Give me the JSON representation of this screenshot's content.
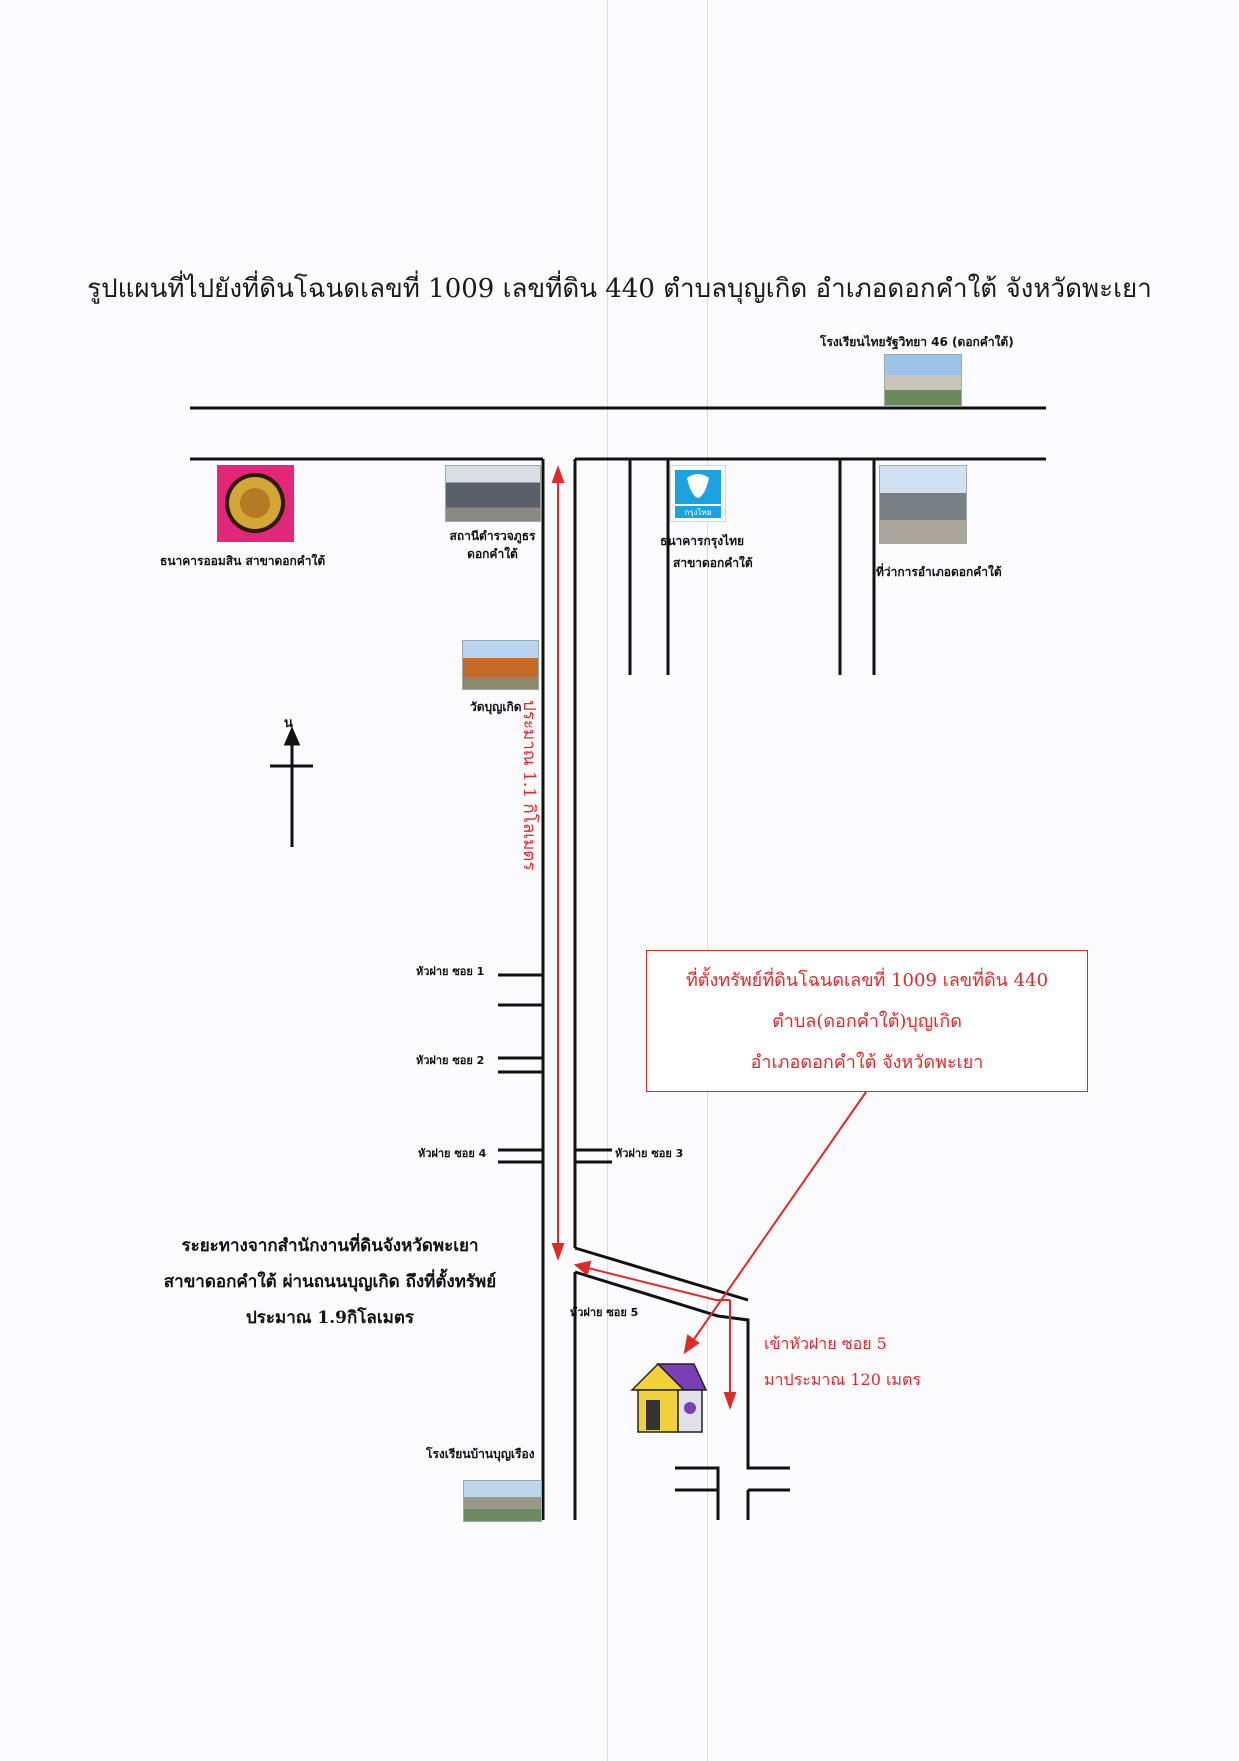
{
  "title": "รูปแผนที่ไปยังที่ดินโฉนดเลขที่ 1009 เลขที่ดิน 440 ตำบลบุญเกิด อำเภอดอกคำใต้ จังหวัดพะเยา",
  "landmarks": {
    "school_top": "โรงเรียนไทยรัฐวิทยา 46 (ดอกคำใต้)",
    "gsb_bank": "ธนาคารออมสิน สาขาดอกคำใต้",
    "police_line1": "สถานีตำรวจภูธร",
    "police_line2": "ดอกคำใต้",
    "ktb_logo_text": "กรุงไทย",
    "ktb_line1": "ธนาคารกรุงไทย",
    "ktb_line2": "สาขาดอกคำใต้",
    "district_office": "ที่ว่าการอำเภอดอกคำใต้",
    "temple": "วัดบุญเกิด",
    "school_bottom": "โรงเรียนบ้านบุญเรือง"
  },
  "north_label": "น",
  "distance_vertical": "ประมาณ 1.1 กิโลเมตร",
  "sois": {
    "soi1": "หัวฝาย ซอย 1",
    "soi2": "หัวฝาย ซอย 2",
    "soi4": "หัวฝาย ซอย 4",
    "soi3": "หัวฝาย ซอย 3",
    "soi5": "หัวฝาย ซอย 5"
  },
  "location_box": {
    "line1": "ที่ตั้งทรัพย์ที่ดินโฉนดเลขที่ 1009 เลขที่ดิน 440",
    "line2": "ตำบล(ดอกคำใต้)บุญเกิด",
    "line3": "อำเภอดอกคำใต้ จังหวัดพะเยา"
  },
  "distance_note": {
    "line1": "ระยะทางจากสำนักงานที่ดินจังหวัดพะเยา",
    "line2": "สาขาดอกคำใต้ ผ่านถนนบุญเกิด ถึงที่ตั้งทรัพย์",
    "line3": "ประมาณ  1.9กิโลเมตร"
  },
  "soi5_note": {
    "line1": "เข้าหัวฝาย ซอย 5",
    "line2": "มาประมาณ 120 เมตร"
  },
  "colors": {
    "road": "#111111",
    "route": "#e02a2a",
    "gsb_bg": "#e4267a",
    "ktb_blue": "#1aa3e0",
    "house_roof": "#7a3fb5",
    "house_wall": "#f2d23a"
  },
  "icons": [
    "north-arrow-icon",
    "house-icon",
    "gsb-logo-icon",
    "ktb-logo-icon"
  ]
}
